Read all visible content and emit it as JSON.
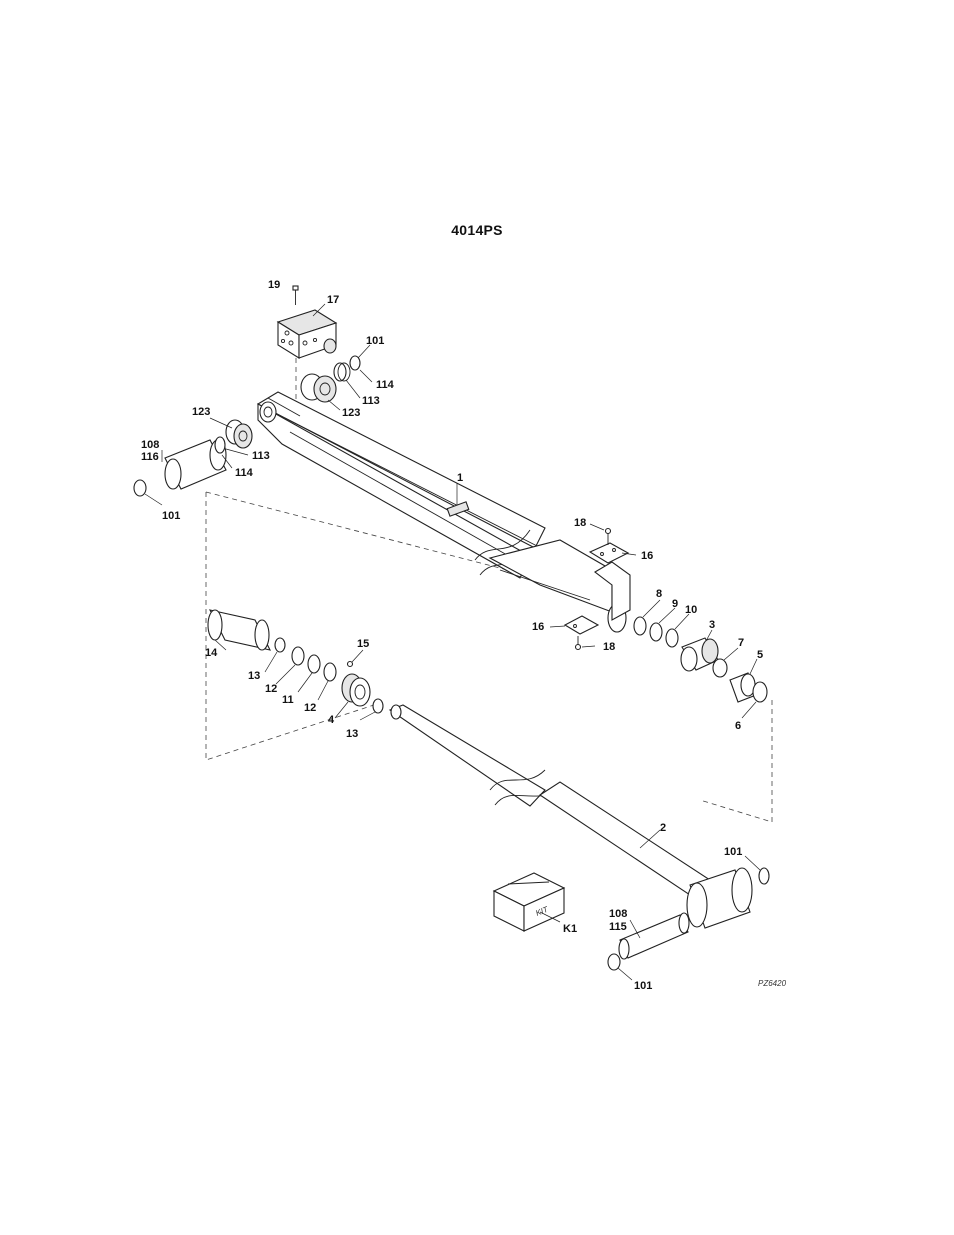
{
  "title": "4014PS",
  "drawing_code": "PZ6420",
  "callouts": {
    "c19": "19",
    "c17": "17",
    "c101a": "101",
    "c114a": "114",
    "c113a": "113",
    "c123a": "123",
    "c123b": "123",
    "c108a": "108",
    "c116": "116",
    "c113b": "113",
    "c114b": "114",
    "c101b": "101",
    "c1": "1",
    "c18a": "18",
    "c16a": "16",
    "c16b": "16",
    "c18b": "18",
    "c8": "8",
    "c9": "9",
    "c10": "10",
    "c3": "3",
    "c7": "7",
    "c5": "5",
    "c6": "6",
    "c14": "14",
    "c15": "15",
    "c13a": "13",
    "c12a": "12",
    "c11": "11",
    "c12b": "12",
    "c4": "4",
    "c13b": "13",
    "c2": "2",
    "c101c": "101",
    "c108b": "108",
    "c115": "115",
    "c101d": "101",
    "cK1": "K1"
  },
  "kit_label": "KIT"
}
